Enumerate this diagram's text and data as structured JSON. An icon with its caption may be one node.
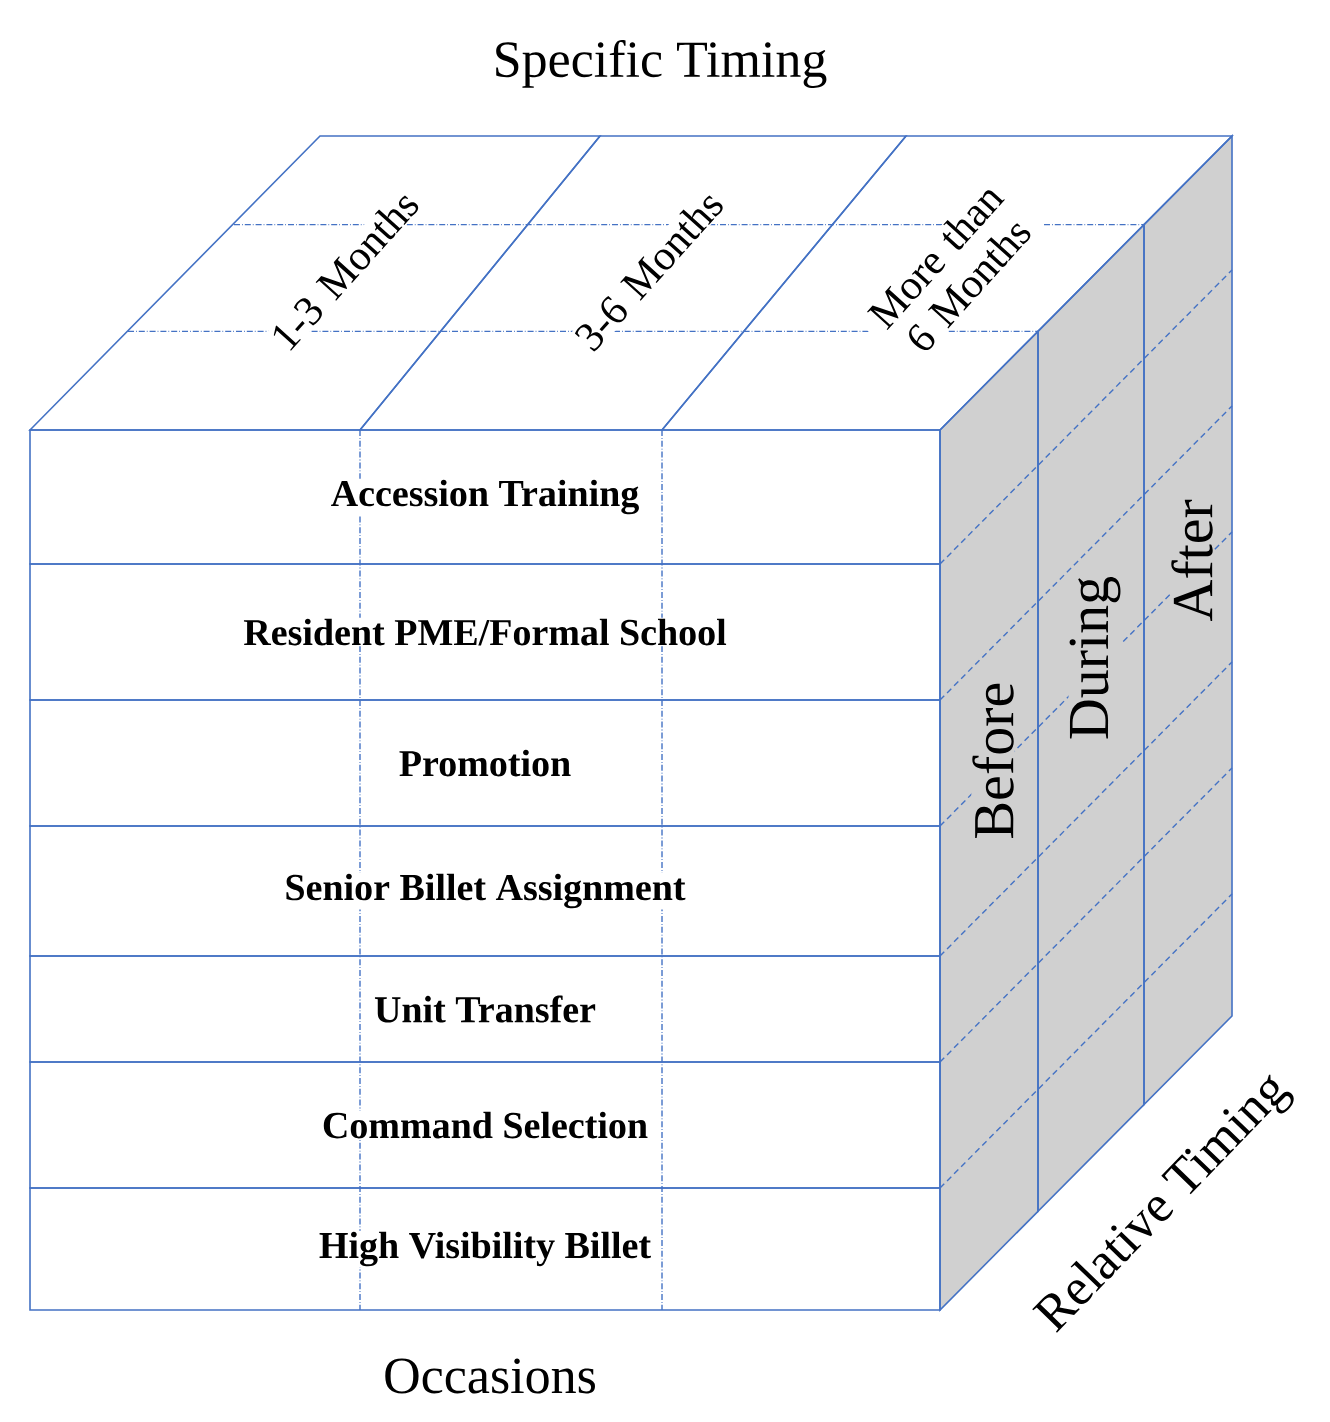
{
  "diagram": {
    "title": "Specific Timing",
    "nodes": [
      {
        "text": [
          "Accession Training"
        ]
      },
      {
        "text": [
          "Resident PME/Formal School"
        ]
      },
      {
        "text": [
          "Promotion"
        ]
      },
      {
        "text": [
          "Senior Billet Assignment"
        ]
      },
      {
        "text": [
          "Unit Transfer"
        ]
      },
      {
        "text": [
          "Command Selection"
        ]
      },
      {
        "text": [
          "High Visibility Billet"
        ]
      },
      {
        "text": [
          "1-3 Months"
        ]
      },
      {
        "text": [
          "3-6 Months"
        ]
      },
      {
        "text": [
          "More than 6 Months"
        ]
      },
      {
        "text": [
          "Before"
        ]
      },
      {
        "text": [
          "During"
        ]
      },
      {
        "text": [
          "After"
        ]
      }
    ],
    "labels": [
      "Occasions",
      "Relative Timing"
    ]
  }
}
